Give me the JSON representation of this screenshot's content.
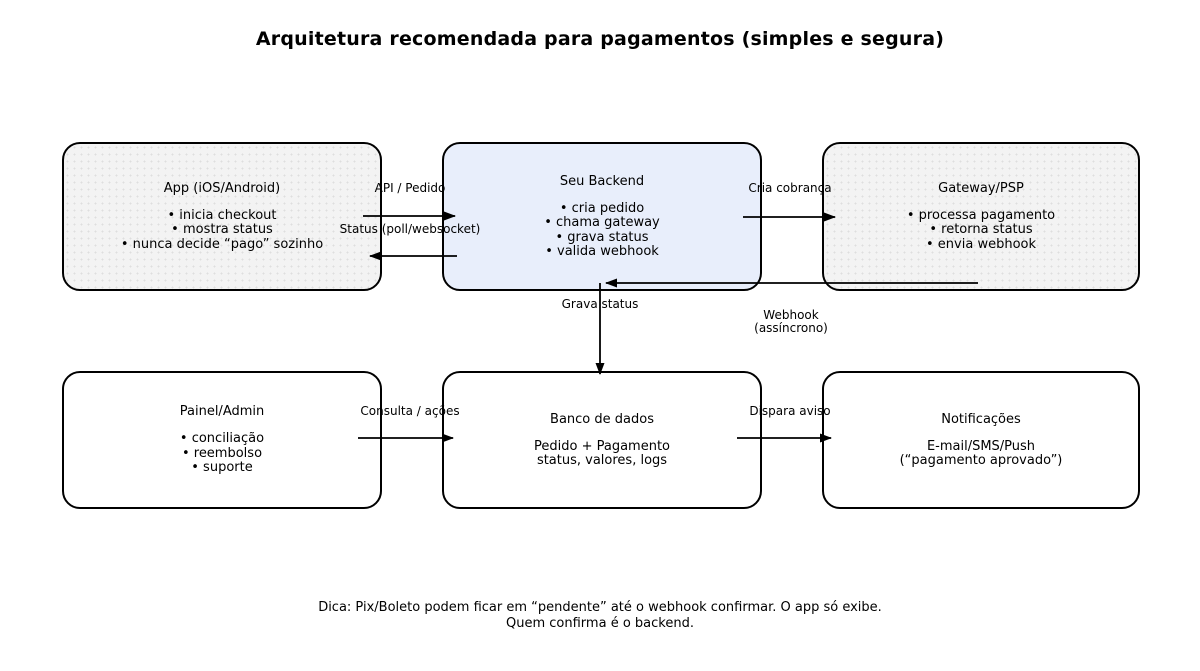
{
  "title": "Arquitetura recomendada para pagamentos (simples e segura)",
  "boxes": {
    "app": {
      "title": "App (iOS/Android)",
      "items": [
        "• inicia checkout",
        "• mostra status",
        "• nunca decide “pago” sozinho"
      ]
    },
    "backend": {
      "title": "Seu Backend",
      "items": [
        "• cria pedido",
        "• chama gateway",
        "• grava status",
        "• valida webhook"
      ]
    },
    "gateway": {
      "title": "Gateway/PSP",
      "items": [
        "• processa pagamento",
        "• retorna status",
        "• envia webhook"
      ]
    },
    "painel": {
      "title": "Painel/Admin",
      "items": [
        "• conciliação",
        "• reembolso",
        "• suporte"
      ]
    },
    "banco": {
      "title": "Banco de dados",
      "items": [
        "Pedido + Pagamento",
        "status, valores, logs"
      ]
    },
    "notificacoes": {
      "title": "Notificações",
      "items": [
        "E-mail/SMS/Push",
        "(“pagamento aprovado”)"
      ]
    }
  },
  "edge_labels": {
    "api_pedido": "API / Pedido",
    "status_poll": "Status (poll/websocket)",
    "cria_cobranca": "Cria cobrança",
    "grava_status": "Grava status",
    "webhook": "Webhook",
    "webhook_sub": "(assíncrono)",
    "consulta_acoes": "Consulta / ações",
    "dispara_aviso": "Dispara aviso"
  },
  "edges": [
    {
      "from": "App (iOS/Android)",
      "to": "Seu Backend",
      "label": "API / Pedido",
      "direction": "right"
    },
    {
      "from": "Seu Backend",
      "to": "App (iOS/Android)",
      "label": "Status (poll/websocket)",
      "direction": "left"
    },
    {
      "from": "Seu Backend",
      "to": "Gateway/PSP",
      "label": "Cria cobrança",
      "direction": "right"
    },
    {
      "from": "Gateway/PSP",
      "to": "Seu Backend",
      "label": "Webhook (assíncrono)",
      "direction": "left"
    },
    {
      "from": "Seu Backend",
      "to": "Banco de dados",
      "label": "Grava status",
      "direction": "down"
    },
    {
      "from": "Painel/Admin",
      "to": "Banco de dados",
      "label": "Consulta / ações",
      "direction": "right"
    },
    {
      "from": "Banco de dados",
      "to": "Notificações",
      "label": "Dispara aviso",
      "direction": "right"
    }
  ],
  "note": {
    "line1": "Dica: Pix/Boleto podem ficar em “pendente” até o webhook confirmar. O app só exibe.",
    "line2": "Quem confirma é o backend."
  },
  "colors": {
    "box_gray": "#f3f3f3",
    "box_blue": "#e8eefb",
    "box_white": "#ffffff",
    "stroke": "#000000",
    "background": "#ffffff"
  }
}
